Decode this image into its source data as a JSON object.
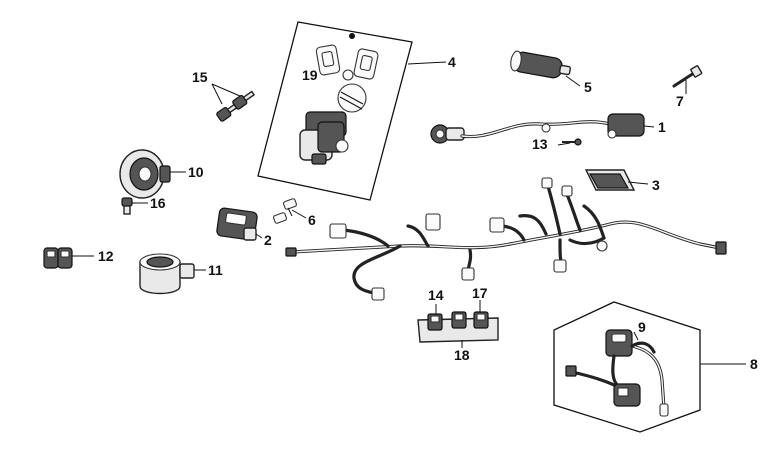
{
  "callouts": {
    "c1": "1",
    "c2": "2",
    "c3": "3",
    "c4": "4",
    "c5": "5",
    "c6": "6",
    "c7": "7",
    "c8": "8",
    "c9": "9",
    "c10": "10",
    "c11": "11",
    "c12": "12",
    "c13": "13",
    "c14": "14",
    "c15": "15",
    "c16": "16",
    "c17": "17",
    "c18": "18",
    "c19": "19"
  },
  "colors": {
    "line": "#111111",
    "part_fill": "#e9e9e9",
    "background": "#ffffff"
  }
}
